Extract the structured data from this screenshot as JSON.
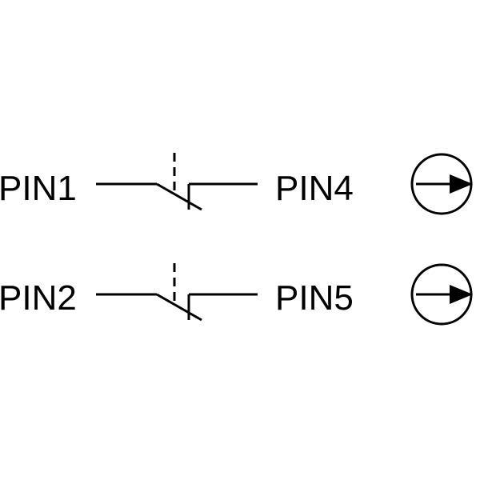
{
  "diagram": {
    "rows": [
      {
        "left_label": "PIN1",
        "right_label": "PIN4",
        "symbol": "normally-closed-contact",
        "indicator": "circle-arrow-right-icon"
      },
      {
        "left_label": "PIN2",
        "right_label": "PIN5",
        "symbol": "normally-closed-contact",
        "indicator": "circle-arrow-right-icon"
      }
    ],
    "colors": {
      "stroke": "#000000",
      "background": "#ffffff"
    }
  }
}
